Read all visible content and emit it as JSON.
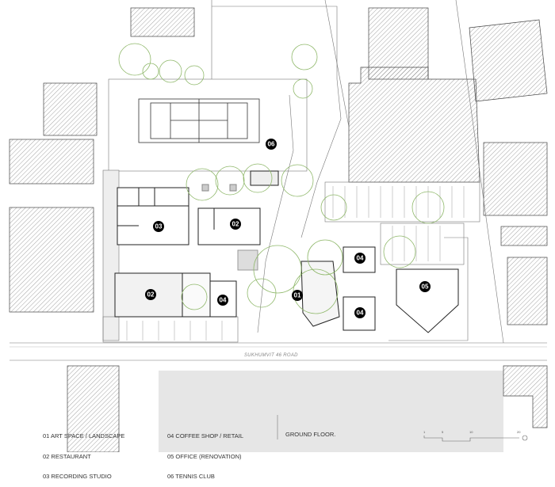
{
  "plan": {
    "road_name": "SUKHUMVIT 46 ROAD",
    "floor_title": "GROUND FLOOR.",
    "zone_labels": [
      "06",
      "03",
      "02",
      "02",
      "04",
      "01",
      "04",
      "04",
      "05"
    ]
  },
  "legend": {
    "column1": [
      "01 ART SPACE / LANDSCAPE",
      "02 RESTAURANT",
      "03 RECORDING STUDIO"
    ],
    "column2": [
      "04 COFFEE SHOP / RETAIL",
      "05 OFFICE (RENOVATION)",
      "06 TENNIS CLUB"
    ]
  },
  "scale_bar": {
    "ticks": [
      "1",
      "5",
      "10",
      "20"
    ],
    "unit_icon": "north-arrow-icon"
  },
  "colors": {
    "tree": "#8fb86a",
    "hatch": "#555555",
    "plaza": "#e6e6e6",
    "label": "#000000"
  }
}
